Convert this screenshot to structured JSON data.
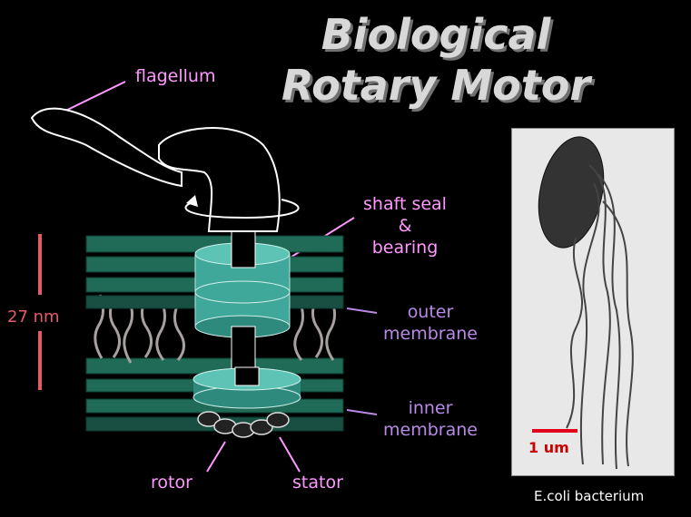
{
  "title": {
    "line1": "Biological",
    "line2": "Rotary Motor"
  },
  "labels": {
    "flagellum": "flagellum",
    "shaft_seal": "shaft seal",
    "ampersand": "&",
    "bearing": "bearing",
    "outer1": "outer",
    "outer2": "membrane",
    "inner1": "inner",
    "inner2": "membrane",
    "rotor": "rotor",
    "stator": "stator",
    "scale_27": "27 nm",
    "scale_1um": "1 um",
    "ecoli": "E.coli bacterium"
  },
  "colors": {
    "membrane": "#1f6b58",
    "membrane_edge": "#0e3a2f",
    "ring": "#3fa89a",
    "label_pink": "#ff99ff",
    "label_violet": "#b889e6",
    "scale_red": "#e35a6b"
  }
}
